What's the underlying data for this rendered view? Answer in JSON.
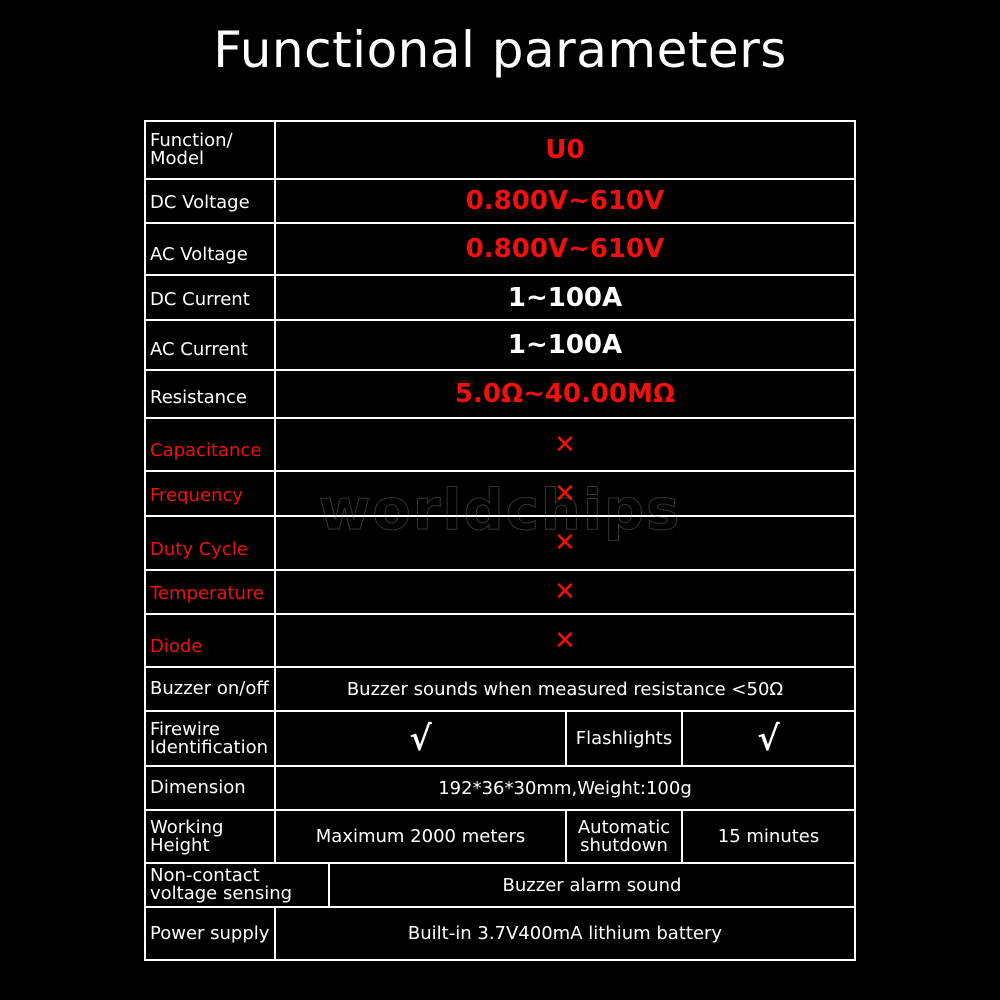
{
  "title": "Functional parameters",
  "header": {
    "label_line1": "Function/",
    "label_line2": "Model",
    "value": "U0"
  },
  "rows": {
    "dc_voltage": {
      "label": "DC Voltage",
      "value": "0.800V~610V"
    },
    "ac_voltage": {
      "label": "AC Voltage",
      "value": "0.800V~610V"
    },
    "dc_current": {
      "label": "DC Current",
      "value": "1~100A"
    },
    "ac_current": {
      "label": "AC Current",
      "value": "1~100A"
    },
    "resistance": {
      "label": "Resistance",
      "value": "5.0Ω~40.00MΩ"
    },
    "capacitance": {
      "label": "Capacitance",
      "value": "✕"
    },
    "frequency": {
      "label": "Frequency",
      "value": "✕"
    },
    "duty_cycle": {
      "label": "Duty Cycle",
      "value": "✕"
    },
    "temperature": {
      "label": "Temperature",
      "value": "✕"
    },
    "diode": {
      "label": "Diode",
      "value": "✕"
    },
    "buzzer": {
      "label": "Buzzer on/off",
      "value": "Buzzer sounds when measured resistance <50Ω"
    },
    "firewire": {
      "label_line1": "Firewire",
      "label_line2": "Identification",
      "value": "√",
      "label2": "Flashlights",
      "value2": "√"
    },
    "dimension": {
      "label": "Dimension",
      "value": "192*36*30mm,Weight:100g"
    },
    "working_height": {
      "label_line1": "Working",
      "label_line2": "Height",
      "value": "Maximum 2000 meters",
      "label2_line1": "Automatic",
      "label2_line2": "shutdown",
      "value2": "15 minutes"
    },
    "ncv": {
      "label_line1": "Non-contact",
      "label_line2": "voltage sensing",
      "value": "Buzzer alarm sound"
    },
    "power": {
      "label": "Power supply",
      "value": "Built-in 3.7V400mA lithium battery"
    }
  },
  "watermark": "worldchips",
  "colors": {
    "background": "#000000",
    "text": "#ffffff",
    "accent_red": "#f01010"
  }
}
